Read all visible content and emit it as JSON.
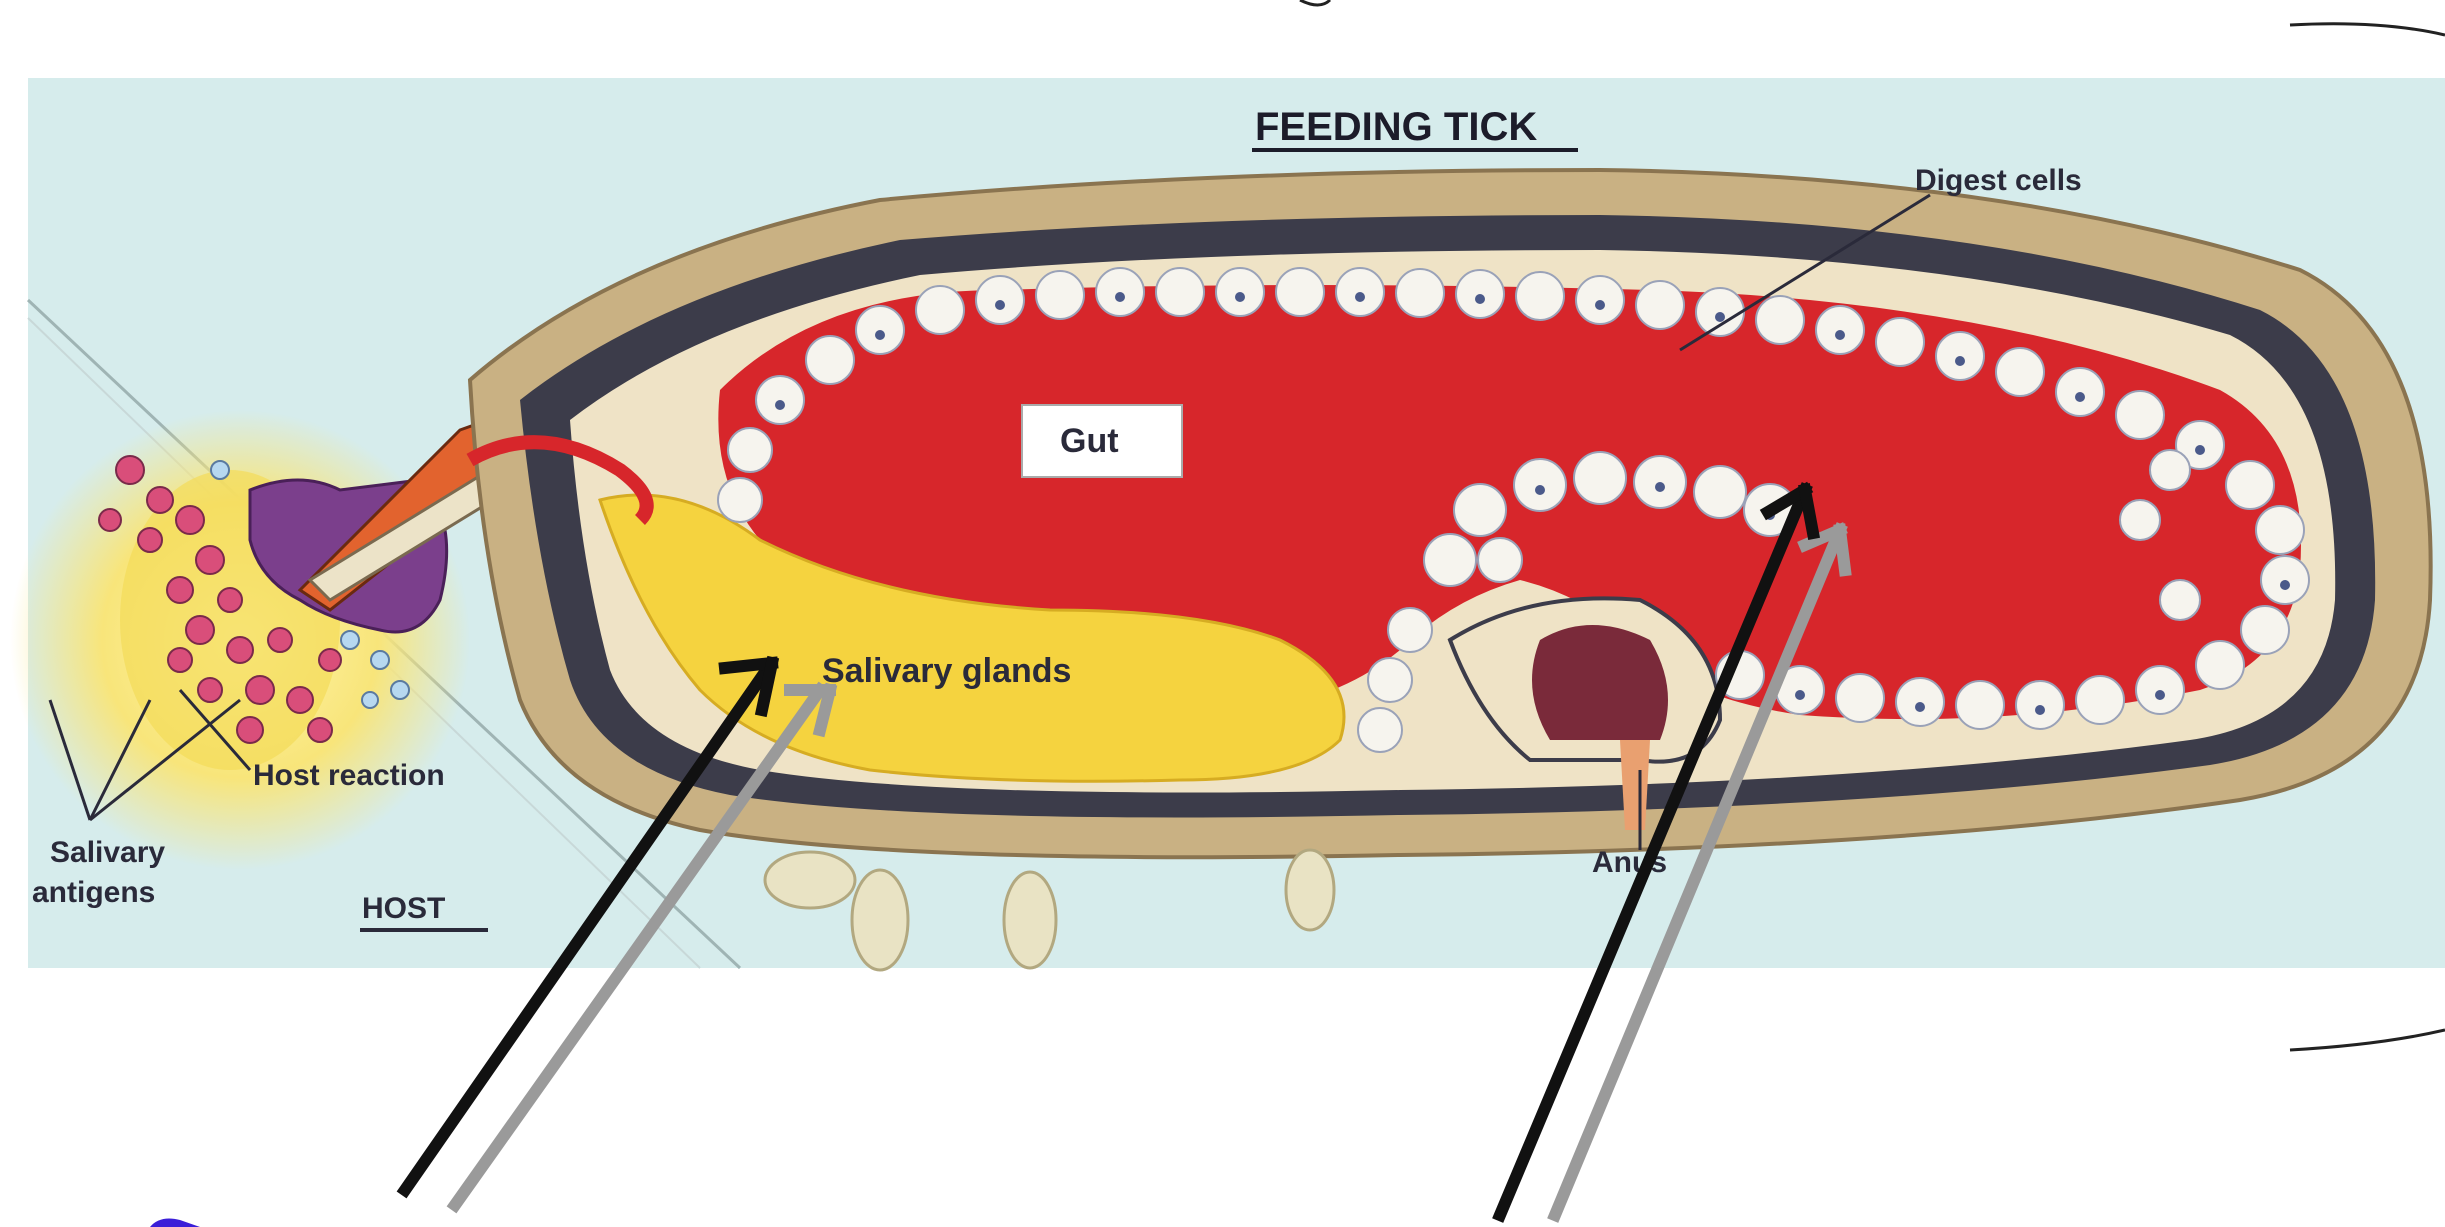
{
  "diagram": {
    "title": "FEEDING TICK",
    "labels": {
      "digest_cells": "Digest cells",
      "gut": "Gut",
      "salivary_glands": "Salivary glands",
      "host_reaction": "Host reaction",
      "salivary_antigens_line1": "Salivary",
      "salivary_antigens_line2": "antigens",
      "host": "HOST",
      "anus": "Anus"
    },
    "colors": {
      "background_panel": "#d6ecec",
      "gut": "#d7262b",
      "salivary_glands": "#f5d33f",
      "digest_cell": "#f6f4ee",
      "outer_shell": "#c9b183",
      "inner_shell": "#3c3c4a",
      "purple_tissue": "#7b3f8c",
      "arrow_black": "#111111",
      "arrow_gray": "#9a9a9a"
    }
  }
}
